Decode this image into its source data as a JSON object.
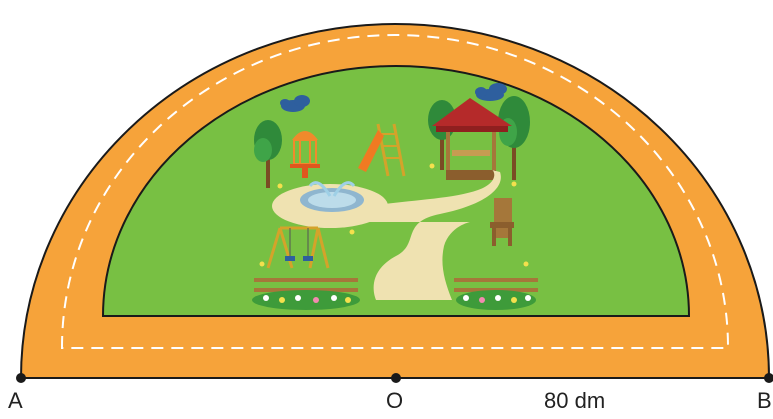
{
  "labels": {
    "point_a": "A",
    "point_o": "O",
    "point_b": "B",
    "radius": "80 dm"
  },
  "colors": {
    "track": "#f6a33a",
    "lawn": "#78c043",
    "path": "#efe2b1",
    "outline": "#1a1a1a",
    "dash": "#ffffff"
  }
}
